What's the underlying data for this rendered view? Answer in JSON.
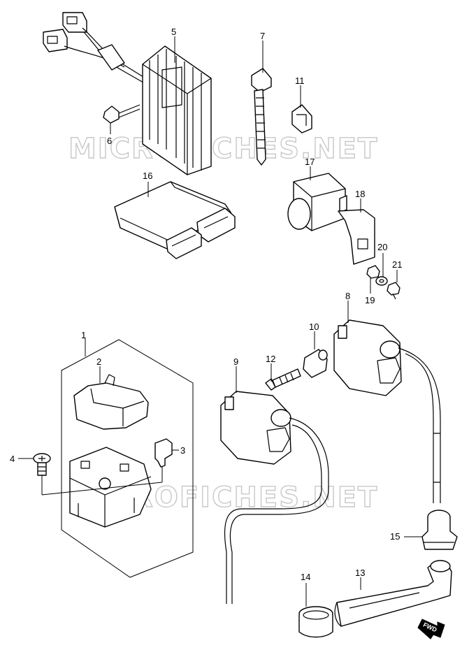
{
  "watermark": {
    "top": "MICROFICHES.NET",
    "bottom": "MICROFICHES.NET"
  },
  "fwd_label": "FWD",
  "callouts": {
    "c1": "1",
    "c2": "2",
    "c3": "3",
    "c4": "4",
    "c5": "5",
    "c6": "6",
    "c7": "7",
    "c8": "8",
    "c9": "9",
    "c10": "10",
    "c11": "11",
    "c12": "12",
    "c13": "13",
    "c14": "14",
    "c15": "15",
    "c16": "16",
    "c17": "17",
    "c18": "18",
    "c19": "19",
    "c20": "20",
    "c21": "21"
  }
}
